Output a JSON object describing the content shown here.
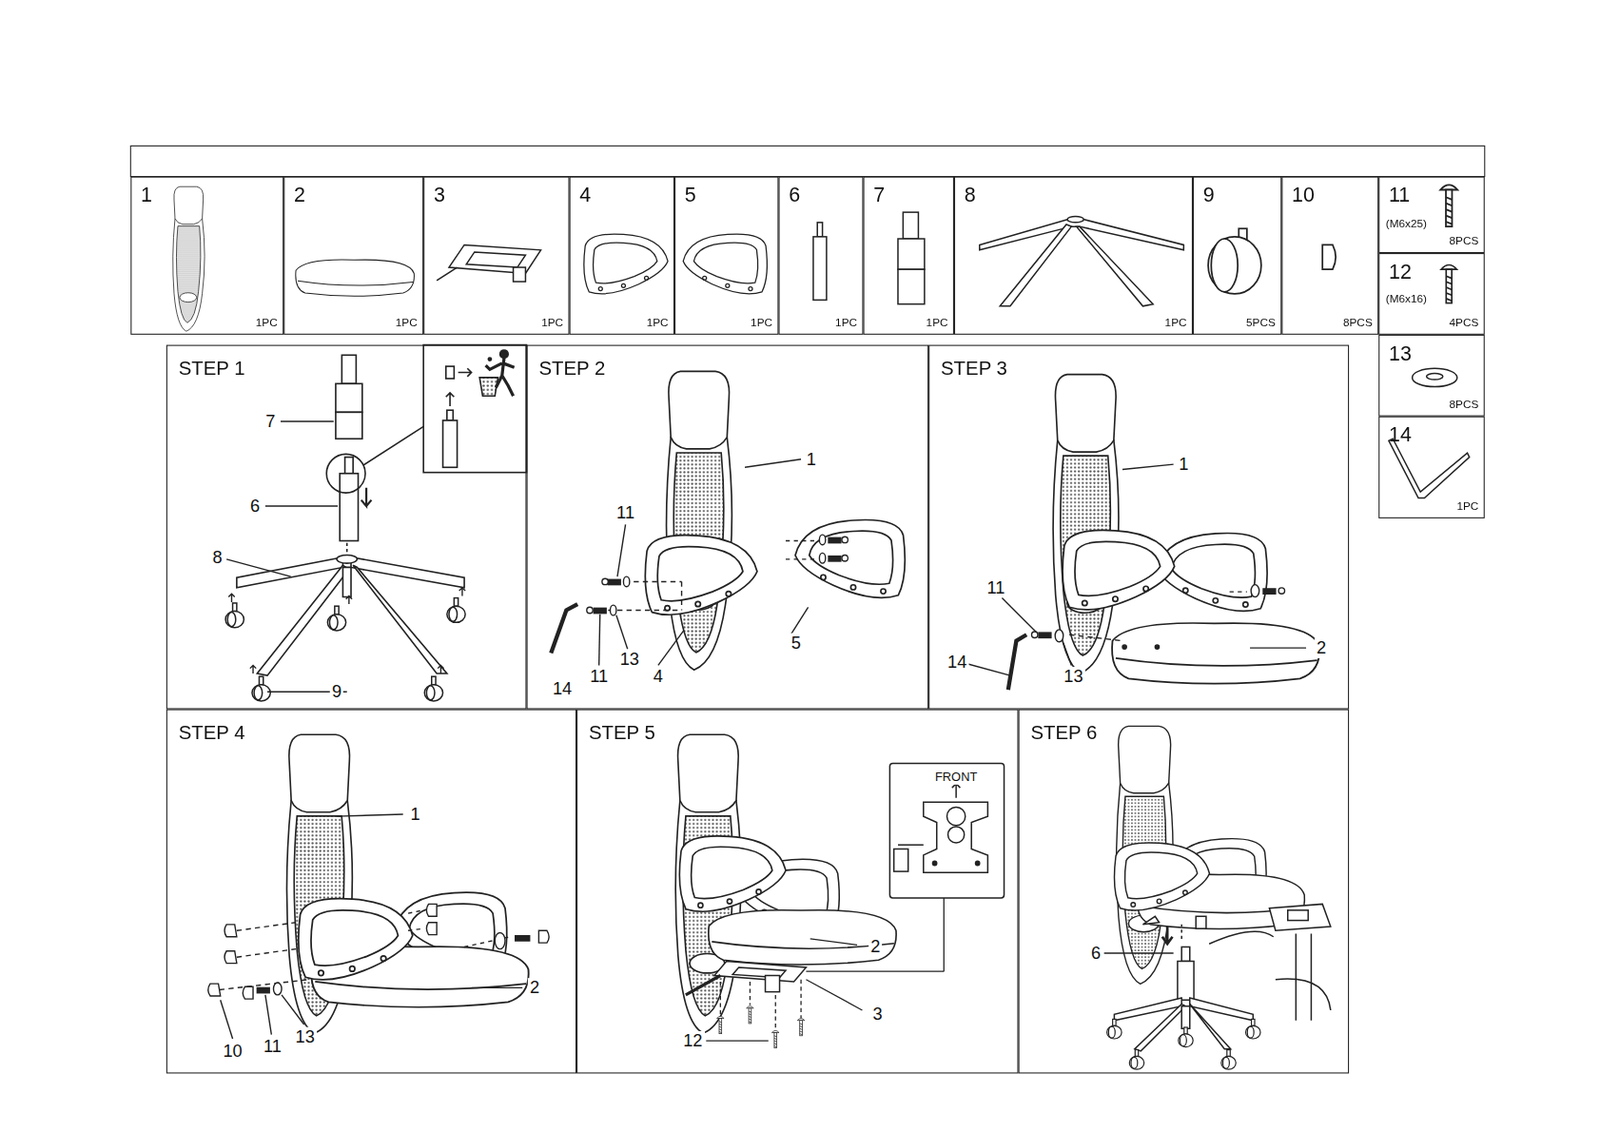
{
  "diagram": {
    "nodes": [
      {
        "text": [
          "1",
          "1PC"
        ]
      },
      {
        "text": [
          "2",
          "1PC"
        ]
      },
      {
        "text": [
          "3",
          "1PC"
        ]
      },
      {
        "text": [
          "4",
          "1PC"
        ]
      },
      {
        "text": [
          "5",
          "1PC"
        ]
      },
      {
        "text": [
          "6",
          "1PC"
        ]
      },
      {
        "text": [
          "7",
          "1PC"
        ]
      },
      {
        "text": [
          "8",
          "1PC"
        ]
      },
      {
        "text": [
          "9",
          "5PCS"
        ]
      },
      {
        "text": [
          "10",
          "8PCS"
        ]
      },
      {
        "text": [
          "11",
          "(M6x25)",
          "8PCS"
        ]
      },
      {
        "text": [
          "12",
          "(M6x16)",
          "4PCS"
        ]
      },
      {
        "text": [
          "13",
          "8PCS"
        ]
      },
      {
        "text": [
          "14",
          "1PC"
        ]
      },
      {
        "text": [
          "STEP 1"
        ]
      },
      {
        "text": [
          "STEP 2"
        ]
      },
      {
        "text": [
          "STEP 3"
        ]
      },
      {
        "text": [
          "STEP 4"
        ]
      },
      {
        "text": [
          "STEP 5"
        ]
      },
      {
        "text": [
          "STEP 6"
        ]
      }
    ],
    "labels": [
      "7",
      "6",
      "8",
      "9",
      "1",
      "11",
      "11",
      "13",
      "14",
      "4",
      "5",
      "1",
      "11",
      "14",
      "13",
      "2",
      "1",
      "2",
      "10",
      "11",
      "13",
      "2",
      "3",
      "12",
      "FRONT",
      "6"
    ]
  }
}
